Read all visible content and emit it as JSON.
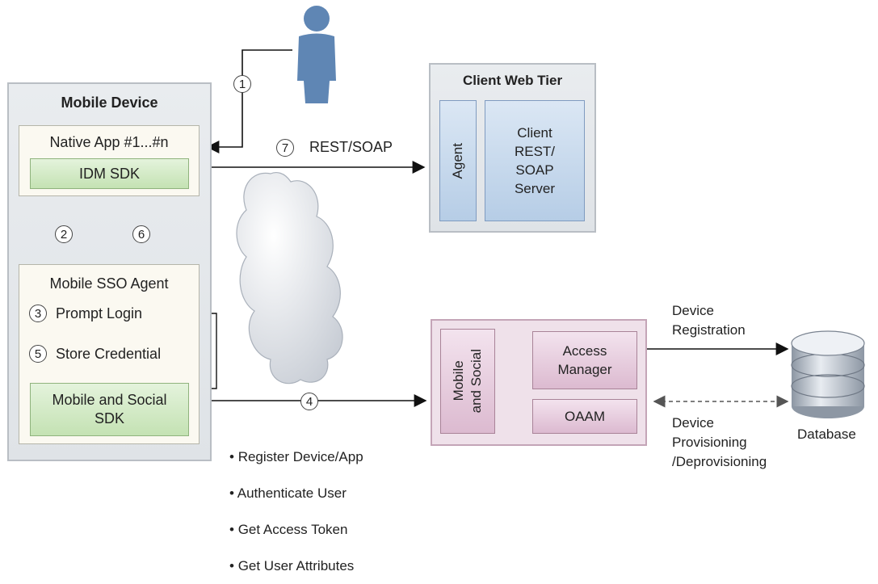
{
  "mobile_device": {
    "title": "Mobile Device",
    "native_app": "Native App #1...#n",
    "idm_sdk": "IDM SDK",
    "sso_agent": "Mobile SSO Agent",
    "prompt_login": "Prompt Login",
    "store_credential": "Store Credential",
    "ms_sdk_line1": "Mobile and Social",
    "ms_sdk_line2": "SDK"
  },
  "steps": [
    "1",
    "2",
    "3",
    "4",
    "5",
    "6",
    "7"
  ],
  "rest_soap_label": "REST/SOAP",
  "client_web_tier": {
    "title": "Client Web Tier",
    "agent": "Agent",
    "server_lines": [
      "Client",
      "REST/",
      "SOAP",
      "Server"
    ]
  },
  "server_side": {
    "mobile_social_line1": "Mobile",
    "mobile_social_line2": "and Social",
    "access_manager_line1": "Access",
    "access_manager_line2": "Manager",
    "oaam": "OAAM"
  },
  "device_registration_lines": [
    "Device",
    "Registration"
  ],
  "device_provisioning_lines": [
    "Device",
    "Provisioning",
    "/Deprovisioning"
  ],
  "database": "Database",
  "operations": [
    "Register Device/App",
    "Authenticate User",
    "Get Access Token",
    "Get User Attributes"
  ],
  "colors": {
    "green": "#c4e2b3",
    "blue": "#b6cde6",
    "pink": "#dcbad0",
    "person": "#5f86b4"
  }
}
